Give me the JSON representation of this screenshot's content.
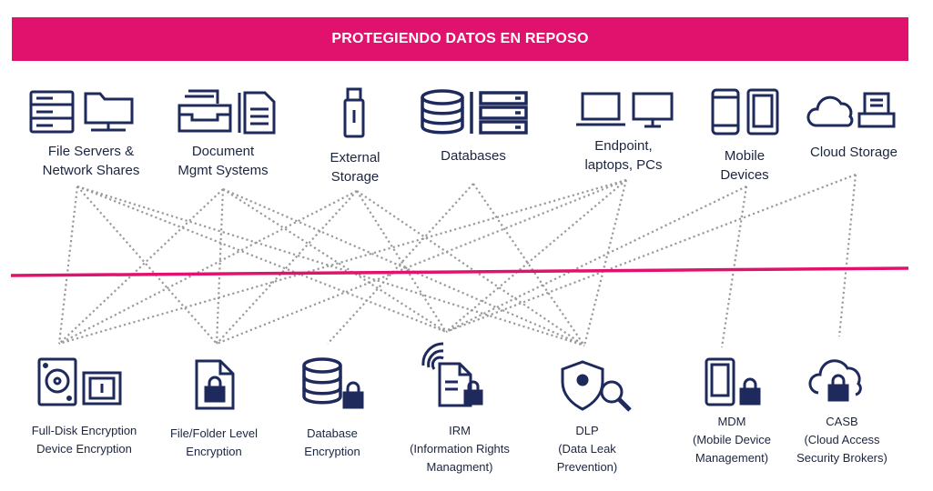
{
  "banner": {
    "title": "PROTEGIENDO DATOS EN REPOSO"
  },
  "colors": {
    "banner": "#e0126d",
    "divider": "#e0126d",
    "icon": "#1f2a5c",
    "links": "#9a9a9a"
  },
  "sources": [
    {
      "line1": "File Servers &",
      "line2": "Network Shares",
      "icons": [
        "server-rack-icon",
        "network-folder-icon"
      ]
    },
    {
      "line1": "Document",
      "line2": "Mgmt Systems",
      "icons": [
        "document-tray-icon",
        "document-stack-icon"
      ]
    },
    {
      "line1": "External",
      "line2": "Storage",
      "icons": [
        "usb-drive-icon"
      ]
    },
    {
      "line1": "Databases",
      "line2": "",
      "icons": [
        "database-icon",
        "server-stack-icon"
      ]
    },
    {
      "line1": "Endpoint,",
      "line2": "laptops, PCs",
      "icons": [
        "laptop-icon",
        "monitor-icon"
      ]
    },
    {
      "line1": "Mobile",
      "line2": "Devices",
      "icons": [
        "smartphone-icon",
        "tablet-icon"
      ]
    },
    {
      "line1": "Cloud Storage",
      "line2": "",
      "icons": [
        "cloud-icon",
        "printer-icon"
      ]
    }
  ],
  "controls": [
    {
      "line1": "Full-Disk Encryption",
      "line2": "Device Encryption",
      "line3": "",
      "icons": [
        "hard-disk-icon",
        "safe-lock-icon"
      ]
    },
    {
      "line1": "File/Folder Level",
      "line2": "Encryption",
      "line3": "",
      "icons": [
        "locked-file-icon"
      ]
    },
    {
      "line1": "Database",
      "line2": "Encryption",
      "line3": "",
      "icons": [
        "locked-database-icon"
      ]
    },
    {
      "line1": "IRM",
      "line2": "(Information Rights",
      "line3": "Managment)",
      "icons": [
        "signal-locked-document-icon"
      ]
    },
    {
      "line1": "DLP",
      "line2": "(Data Leak",
      "line3": "Prevention)",
      "icons": [
        "shield-magnifier-icon"
      ]
    },
    {
      "line1": "MDM",
      "line2": "(Mobile Device",
      "line3": "Management)",
      "icons": [
        "locked-tablet-icon"
      ]
    },
    {
      "line1": "CASB",
      "line2": "(Cloud Access",
      "line3": "Security Brokers)",
      "icons": [
        "locked-cloud-icon"
      ]
    }
  ]
}
